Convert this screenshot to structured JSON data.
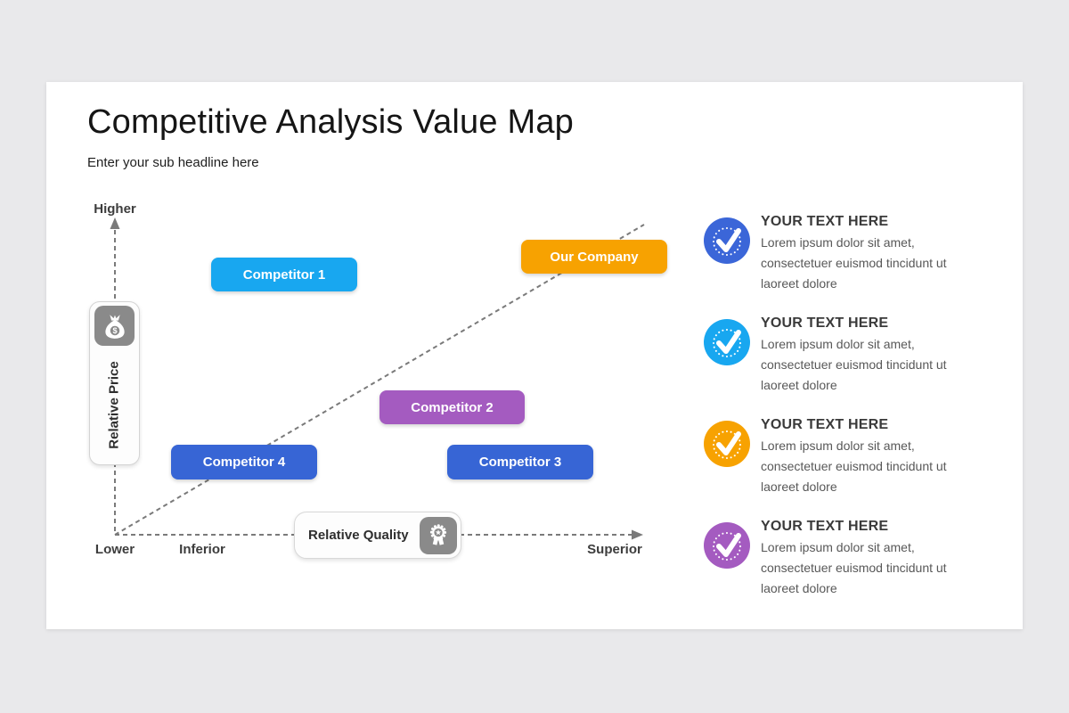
{
  "page": {
    "background": "#e9e9eb",
    "slide_background": "#ffffff"
  },
  "header": {
    "title": "Competitive Analysis Value Map",
    "subtitle": "Enter your sub headline here"
  },
  "axes": {
    "line_color": "#7a7a7a",
    "y_axis": {
      "top_label": "Higher",
      "bottom_label": "Lower",
      "card_label": "Relative Price",
      "icon": "money-bag-icon",
      "icon_background": "#8a8a8a"
    },
    "x_axis": {
      "left_label": "Inferior",
      "right_label": "Superior",
      "card_label": "Relative Quality",
      "icon": "award-medal-icon",
      "icon_background": "#8a8a8a"
    }
  },
  "boxes": [
    {
      "label": "Competitor 1",
      "color": "#18a7f0"
    },
    {
      "label": "Our Company",
      "color": "#f7a201"
    },
    {
      "label": "Competitor 2",
      "color": "#a45bc0"
    },
    {
      "label": "Competitor 3",
      "color": "#3765d5"
    },
    {
      "label": "Competitor 4",
      "color": "#3765d5"
    }
  ],
  "legend_items": [
    {
      "icon": "check-icon",
      "color": "#3b66d8",
      "title": "YOUR TEXT HERE",
      "body": "Lorem ipsum dolor sit amet, consectetuer euismod tincidunt ut laoreet dolore"
    },
    {
      "icon": "check-icon",
      "color": "#18a7f0",
      "title": "YOUR TEXT HERE",
      "body": "Lorem ipsum dolor sit amet, consectetuer euismod tincidunt ut laoreet dolore"
    },
    {
      "icon": "check-icon",
      "color": "#f7a201",
      "title": "YOUR TEXT HERE",
      "body": "Lorem ipsum dolor sit amet, consectetuer euismod tincidunt ut laoreet dolore"
    },
    {
      "icon": "check-icon",
      "color": "#a45bc0",
      "title": "YOUR TEXT HERE",
      "body": "Lorem ipsum dolor sit amet, consectetuer euismod tincidunt ut laoreet dolore"
    }
  ]
}
